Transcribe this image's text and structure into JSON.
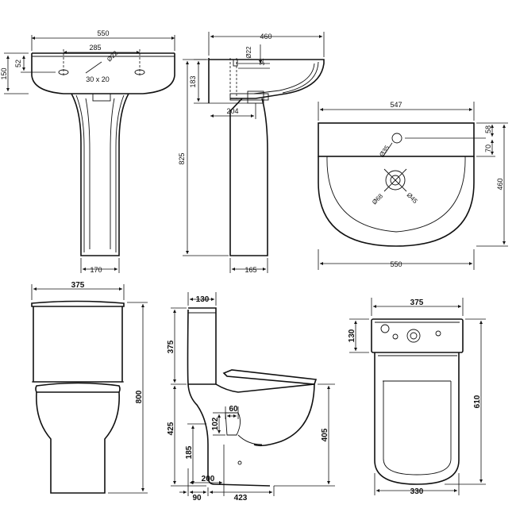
{
  "basin_front": {
    "width": "550",
    "tap_centres": "285",
    "tap_hole": "Ø22",
    "overflow": "30 x 20",
    "height": "150",
    "tap_drop": "52",
    "pedestal_width": "170"
  },
  "basin_side": {
    "depth": "460",
    "hole": "Ø22",
    "hole_offset": "34",
    "waste_drop": "183",
    "waste_projection": "204",
    "overall_height": "825",
    "pedestal_depth": "165"
  },
  "basin_top": {
    "top_width": "547",
    "tap_hole": "Ø35",
    "tap_offset": "58",
    "deck_depth": "70",
    "overall_depth": "460",
    "waste_outer": "Ø68",
    "waste_inner": "Ø45",
    "overall_width": "550"
  },
  "wc_front": {
    "width": "375",
    "height": "800"
  },
  "wc_side": {
    "cistern_depth": "130",
    "cistern_height": "375",
    "pan_height": "425",
    "seat_height": "405",
    "outlet_width": "60",
    "outlet_height": "102",
    "outlet_centre": "185",
    "outlet_projection": "200",
    "foot_offset": "90",
    "overall_projection": "423"
  },
  "wc_top": {
    "width": "375",
    "cistern_depth": "130",
    "overall_depth": "610",
    "pan_width": "330"
  }
}
